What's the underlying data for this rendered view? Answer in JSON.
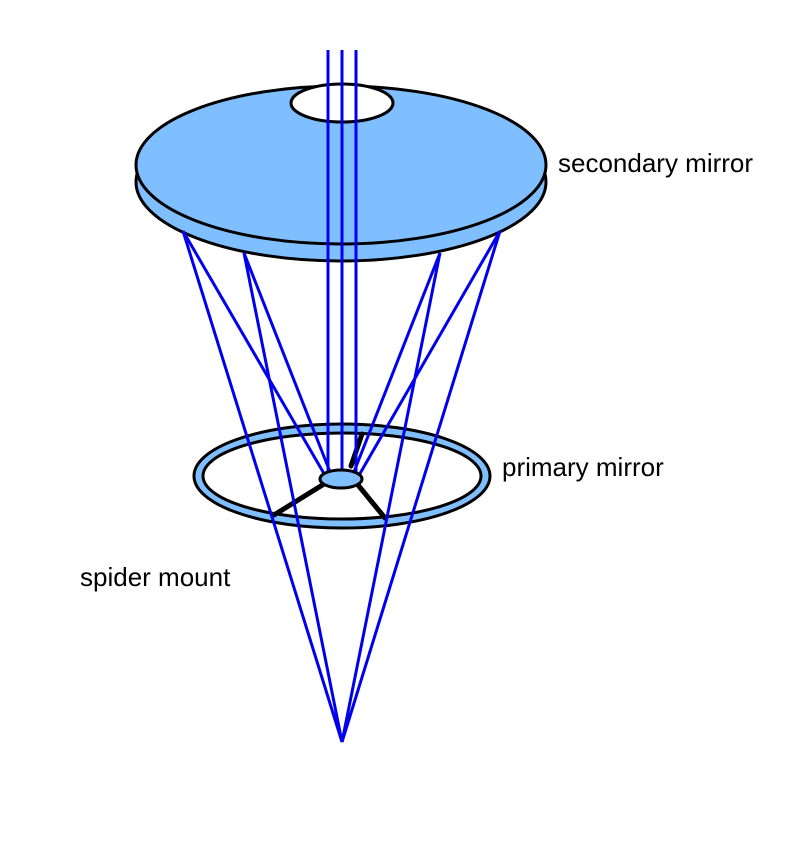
{
  "labels": {
    "secondary_mirror": "secondary mirror",
    "primary_mirror": "primary mirror",
    "spider_mount": "spider mount"
  },
  "colors": {
    "mirror_fill": "#80bfff",
    "ray": "#0000ee",
    "outline": "#000000",
    "background": "#ffffff"
  }
}
